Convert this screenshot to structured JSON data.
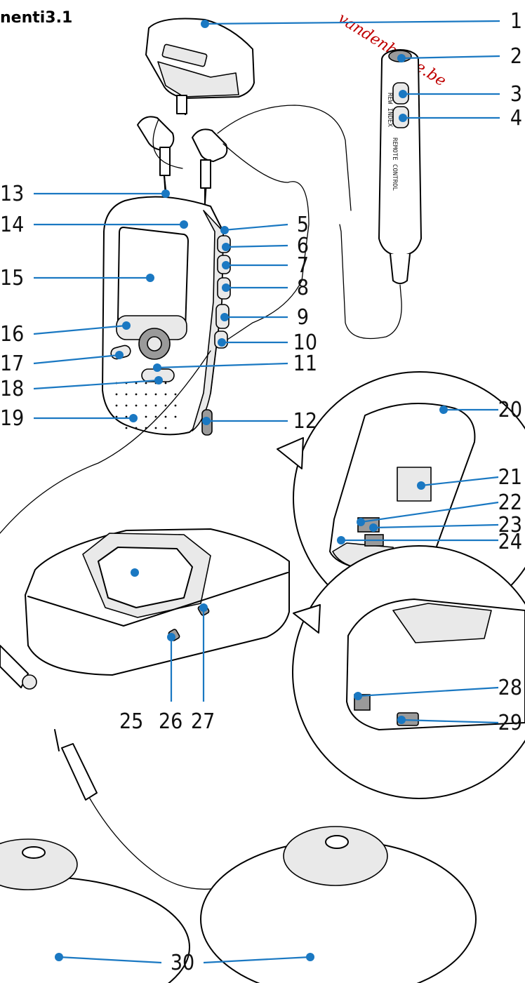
{
  "heading": "nenti3.1",
  "watermark": "vandenborre.be",
  "device": {
    "remote_text": "REMOTE CONTROL",
    "remote_switch_text": "REW INDEX"
  },
  "callouts": [
    {
      "id": "1",
      "label": "1"
    },
    {
      "id": "2",
      "label": "2"
    },
    {
      "id": "3",
      "label": "3"
    },
    {
      "id": "4",
      "label": "4"
    },
    {
      "id": "5",
      "label": "5"
    },
    {
      "id": "6",
      "label": "6"
    },
    {
      "id": "7",
      "label": "7"
    },
    {
      "id": "8",
      "label": "8"
    },
    {
      "id": "9",
      "label": "9"
    },
    {
      "id": "10",
      "label": "10"
    },
    {
      "id": "11",
      "label": "11"
    },
    {
      "id": "12",
      "label": "12"
    },
    {
      "id": "13",
      "label": "13"
    },
    {
      "id": "14",
      "label": "14"
    },
    {
      "id": "15",
      "label": "15"
    },
    {
      "id": "16",
      "label": "16"
    },
    {
      "id": "17",
      "label": "17"
    },
    {
      "id": "18",
      "label": "18"
    },
    {
      "id": "19",
      "label": "19"
    },
    {
      "id": "20",
      "label": "20"
    },
    {
      "id": "21",
      "label": "21"
    },
    {
      "id": "22",
      "label": "22"
    },
    {
      "id": "23",
      "label": "23"
    },
    {
      "id": "24",
      "label": "24"
    },
    {
      "id": "25",
      "label": "25"
    },
    {
      "id": "26",
      "label": "26"
    },
    {
      "id": "27",
      "label": "27"
    },
    {
      "id": "28",
      "label": "28"
    },
    {
      "id": "29",
      "label": "29"
    },
    {
      "id": "30",
      "label": "30"
    }
  ]
}
